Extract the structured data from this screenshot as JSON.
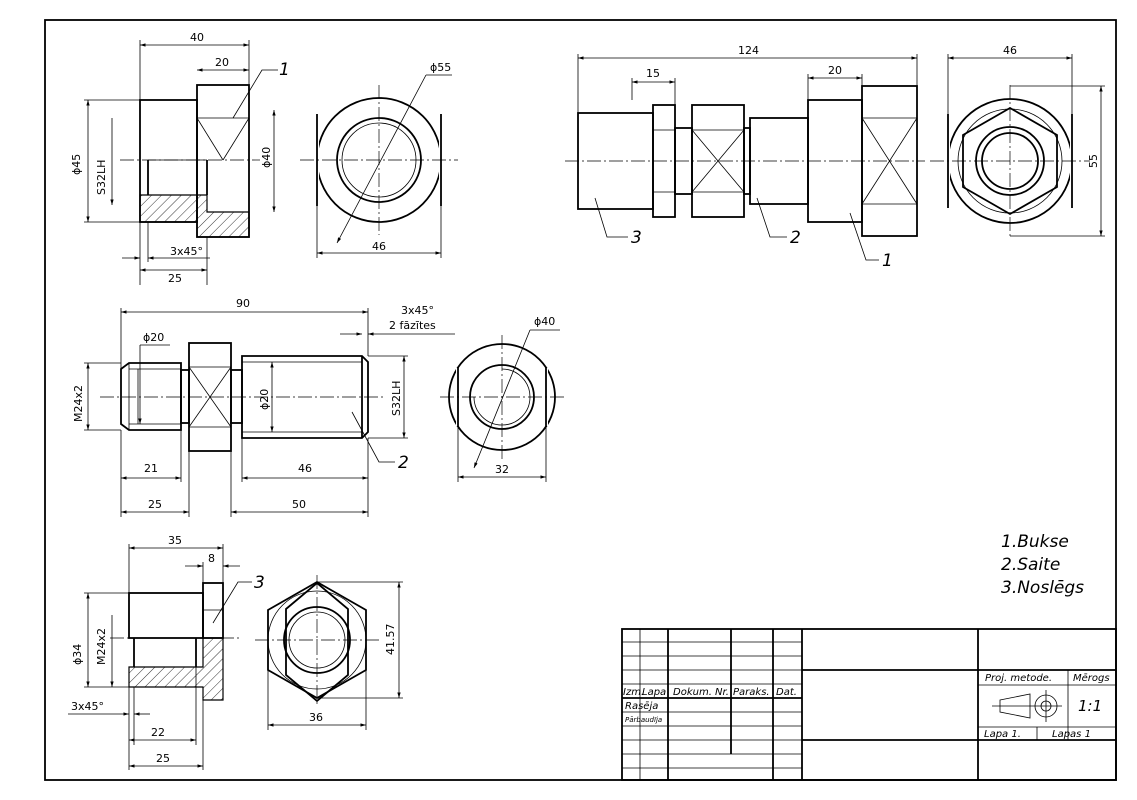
{
  "dimensions": {
    "v1": {
      "d40": "40",
      "d20": "20",
      "phi45": "ϕ45",
      "s32lh": "S32LH",
      "phi40": "ϕ40",
      "chamfer": "3x45°",
      "d25": "25"
    },
    "v2": {
      "phi55": "ϕ55",
      "d46": "46"
    },
    "asm": {
      "d124": "124",
      "d15": "15",
      "d20": "20"
    },
    "end": {
      "d46": "46",
      "d55": "55"
    },
    "rod": {
      "d90": "90",
      "chamfer": "3x45°",
      "chamfer_note": "2 fāzītes",
      "phi20a": "ϕ20",
      "m24": "M24x2",
      "phi20b": "ϕ20",
      "s32lh": "S32LH",
      "d21": "21",
      "d46": "46",
      "d25": "25",
      "d50": "50"
    },
    "rodview": {
      "phi40": "ϕ40",
      "d32": "32"
    },
    "cap": {
      "d35": "35",
      "d8": "8",
      "phi34": "ϕ34",
      "m24": "M24x2",
      "chamfer": "3x45°",
      "d22": "22",
      "d25": "25"
    },
    "capview": {
      "d4157": "41.57",
      "d36": "36"
    }
  },
  "callouts": {
    "c1": "1",
    "c2": "2",
    "c3": "3"
  },
  "parts_list": [
    "1.Bukse",
    "2.Saite",
    "3.Noslēgs"
  ],
  "title_block": {
    "izm": "Izm.",
    "lapa": "Lapa",
    "dokum": "Dokum. Nr.",
    "paraks": "Paraks.",
    "dat": "Dat.",
    "raseja": "Rasēja",
    "parbaudija": "Pārbaudīja",
    "proj_metode": "Proj. metode.",
    "merogs": "Mērogs",
    "scale": "1:1",
    "lapa1": "Lapa  1.",
    "lapas1": "Lapas  1"
  }
}
